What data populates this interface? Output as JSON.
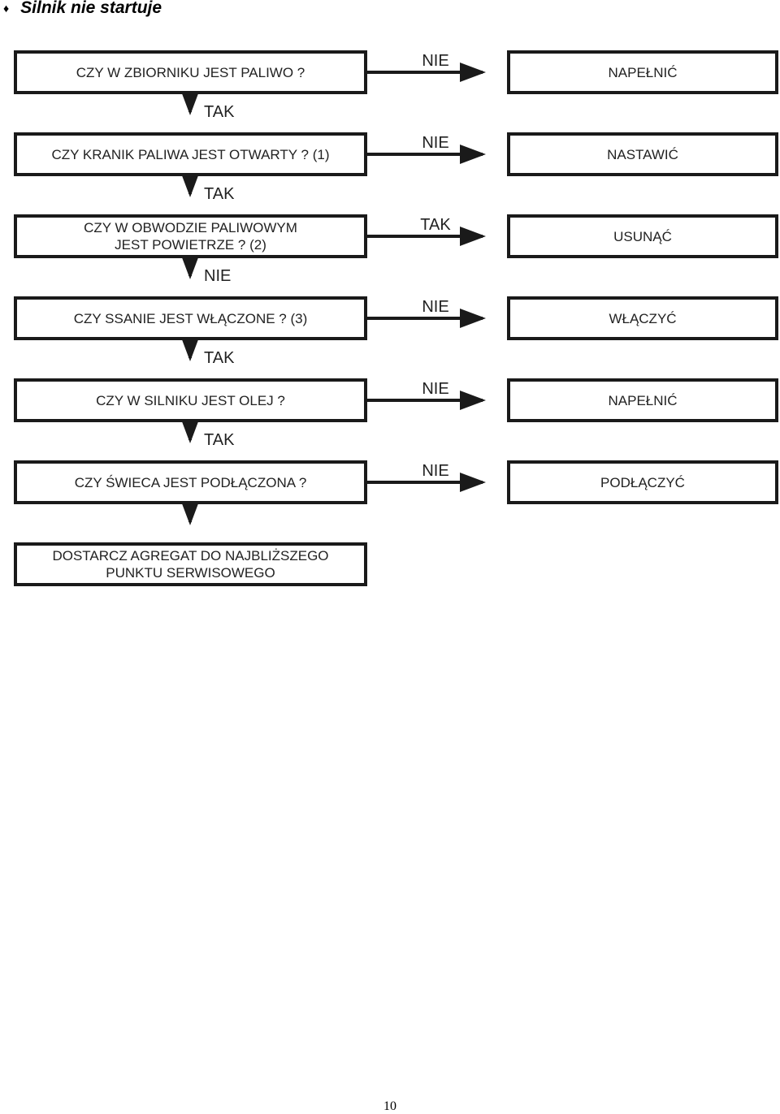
{
  "heading": {
    "bullet": "♦",
    "title": "Silnik nie startuje"
  },
  "flowchart": {
    "steps": [
      {
        "question": "CZY W ZBIORNIKU JEST PALIWO ?",
        "side_label": "NIE",
        "action": "NAPEŁNIĆ",
        "down_label": "TAK"
      },
      {
        "question": "CZY KRANIK PALIWA JEST OTWARTY ? (1)",
        "side_label": "NIE",
        "action": "NASTAWIĆ",
        "down_label": "TAK"
      },
      {
        "question": "CZY W OBWODZIE PALIWOWYM JEST POWIETRZE ? (2)",
        "side_label": "TAK",
        "action": "USUNĄĆ",
        "down_label": "NIE"
      },
      {
        "question": "CZY SSANIE JEST WŁĄCZONE ? (3)",
        "side_label": "NIE",
        "action": "WŁĄCZYĆ",
        "down_label": "TAK"
      },
      {
        "question": "CZY W SILNIKU JEST OLEJ ?",
        "side_label": "NIE",
        "action": "NAPEŁNIĆ",
        "down_label": "TAK"
      },
      {
        "question": "CZY ŚWIECA JEST PODŁĄCZONA ?",
        "side_label": "NIE",
        "action": "PODŁĄCZYĆ",
        "down_label": ""
      }
    ],
    "final_step": "DOSTARCZ AGREGAT DO NAJBLIŻSZEGO PUNKTU SERWISOWEGO"
  },
  "page_number": "10"
}
